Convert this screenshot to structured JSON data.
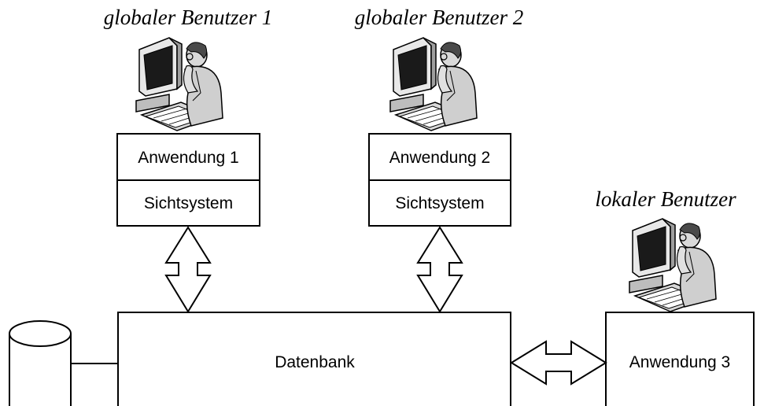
{
  "users": {
    "global_1": "globaler Benutzer 1",
    "global_2": "globaler Benutzer 2",
    "local": "lokaler Benutzer"
  },
  "stack_1": {
    "app": "Anwendung 1",
    "view": "Sichtsystem"
  },
  "stack_2": {
    "app": "Anwendung 2",
    "view": "Sichtsystem"
  },
  "database": {
    "label": "Datenbank"
  },
  "app_3": {
    "label": "Anwendung 3"
  },
  "icons": {
    "user_workstation": "computer-user-icon",
    "storage": "database-cylinder-icon"
  }
}
